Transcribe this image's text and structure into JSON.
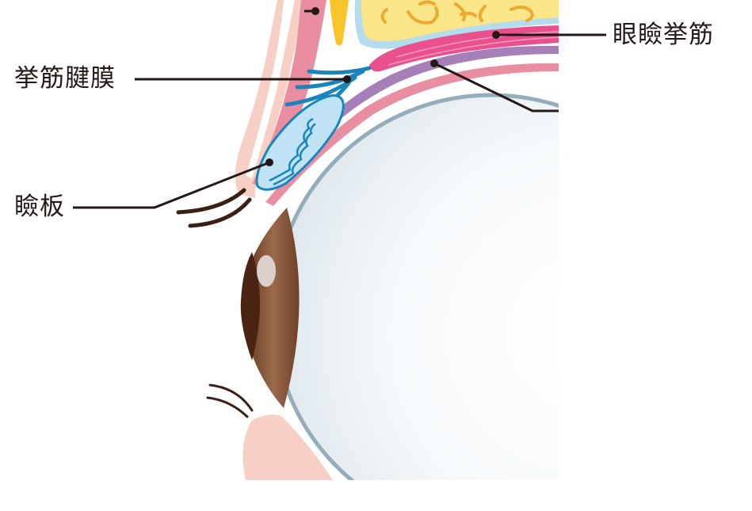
{
  "diagram": {
    "subject": "eyelid cross-section",
    "labels": {
      "levator_muscle": "眼瞼挙筋",
      "levator_aponeurosis": "挙筋腱膜",
      "tarsal_plate": "瞼板"
    },
    "colors": {
      "skin": "#f8cfc4",
      "orbicularis": "#e88ea0",
      "septum_fat_yellow": "#f7c52a",
      "orbital_fat": "#fbe68a",
      "fat_veins": "#f0a830",
      "fat_border": "#b5dced",
      "levator_muscle": "#e8508e",
      "muller_muscle": "#a77fb8",
      "conjunctiva": "#e88ea0",
      "sclera_edge": "#93adbb",
      "aponeurosis": "#1a85bd",
      "tarsus_fill": "#bfe2f4",
      "iris": "#7a4b30",
      "pupil": "#4a2412",
      "highlight": "#dcd0cc",
      "lashes": "#3a1f14",
      "leader_line": "#231815"
    }
  }
}
